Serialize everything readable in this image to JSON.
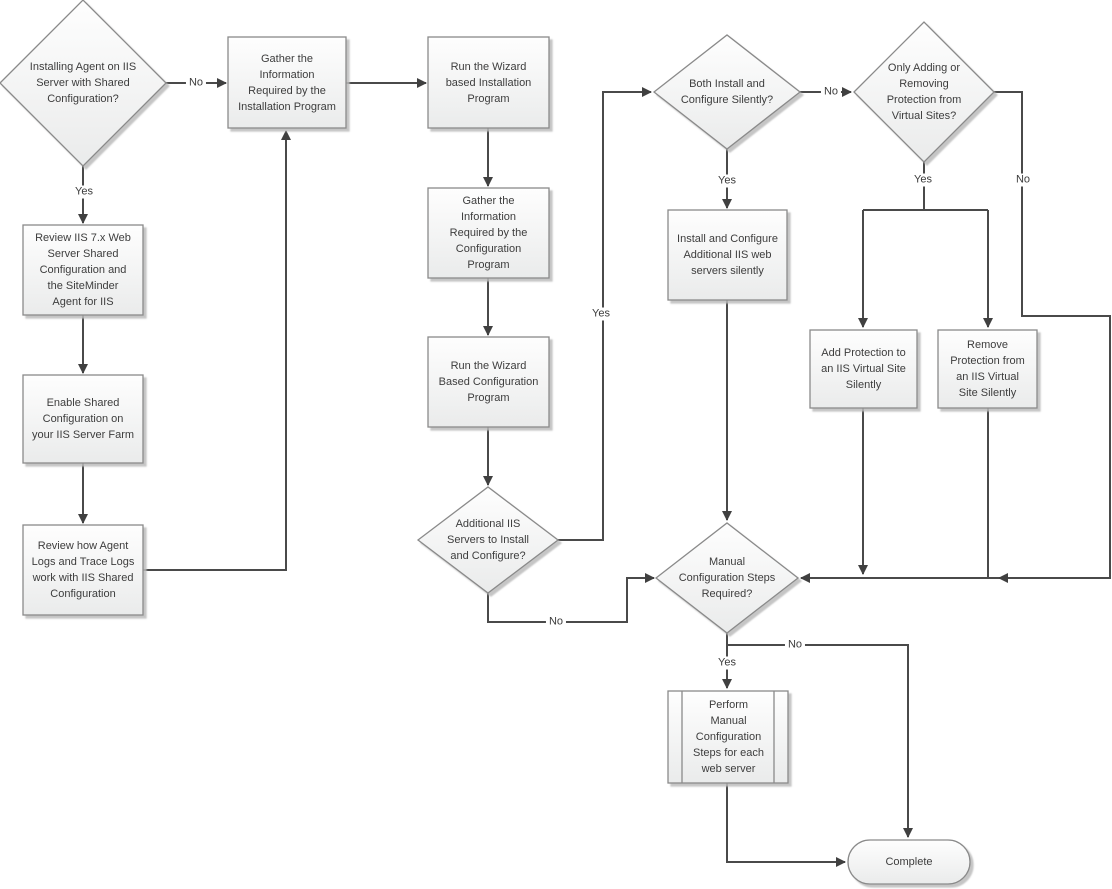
{
  "diagram": {
    "type": "flowchart",
    "topic": "Installing SiteMinder Agent on IIS Server with Shared Configuration"
  },
  "nodes": {
    "start_decision": {
      "type": "decision",
      "label": "Installing Agent on IIS\nServer with Shared\nConfiguration?"
    },
    "gather_installation_info": {
      "type": "process",
      "label": "Gather the\nInformation\nRequired by the\nInstallation Program"
    },
    "run_wizard_installation": {
      "type": "process",
      "label": "Run the Wizard\nbased Installation\nProgram"
    },
    "review_iis_shared": {
      "type": "process",
      "label": "Review IIS 7.x Web\nServer Shared\nConfiguration and\nthe SiteMinder\nAgent for IIS"
    },
    "enable_shared_configuration": {
      "type": "process",
      "label": "Enable Shared\nConfiguration on\nyour IIS Server Farm"
    },
    "review_agent_logs": {
      "type": "process",
      "label": "Review how Agent\nLogs and Trace Logs\nwork with IIS Shared\nConfiguration"
    },
    "gather_configuration_info": {
      "type": "process",
      "label": "Gather the\nInformation\nRequired by the\nConfiguration\nProgram"
    },
    "run_wizard_configuration": {
      "type": "process",
      "label": "Run the Wizard\nBased Configuration\nProgram"
    },
    "additional_servers_decision": {
      "type": "decision",
      "label": "Additional IIS\nServers to Install\nand Configure?"
    },
    "both_silently_decision": {
      "type": "decision",
      "label": "Both Install and\nConfigure Silently?"
    },
    "virtual_sites_decision": {
      "type": "decision",
      "label": "Only Adding or\nRemoving\nProtection from\nVirtual Sites?"
    },
    "install_configure_silently": {
      "type": "process",
      "label": "Install and Configure\nAdditional IIS web\nservers silently"
    },
    "add_protection_silently": {
      "type": "process",
      "label": "Add Protection to\nan IIS Virtual Site\nSilently"
    },
    "remove_protection_silently": {
      "type": "process",
      "label": "Remove\nProtection from\nan IIS Virtual\nSite Silently"
    },
    "manual_steps_decision": {
      "type": "decision",
      "label": "Manual\nConfiguration Steps\nRequired?"
    },
    "perform_manual_steps": {
      "type": "predefined-process",
      "label": "Perform\nManual\nConfiguration\nSteps for each\nweb server"
    },
    "complete_terminator": {
      "type": "terminator",
      "label": "Complete"
    }
  },
  "edge_labels": {
    "start_no": "No",
    "start_yes": "Yes",
    "additional_yes": "Yes",
    "additional_no": "No",
    "both_yes": "Yes",
    "both_no": "No",
    "virtual_yes": "Yes",
    "virtual_no": "No",
    "manual_yes": "Yes",
    "manual_no": "No"
  },
  "colors": {
    "connector": "#4a4a4a",
    "arrowhead": "#404040",
    "node_border": "#8a8a8a",
    "node_fill_top": "#fefefe",
    "node_fill_bottom": "#eaebeb",
    "text": "#3d3d3d",
    "shadow": "#bbbbbb",
    "background": "#ffffff"
  }
}
